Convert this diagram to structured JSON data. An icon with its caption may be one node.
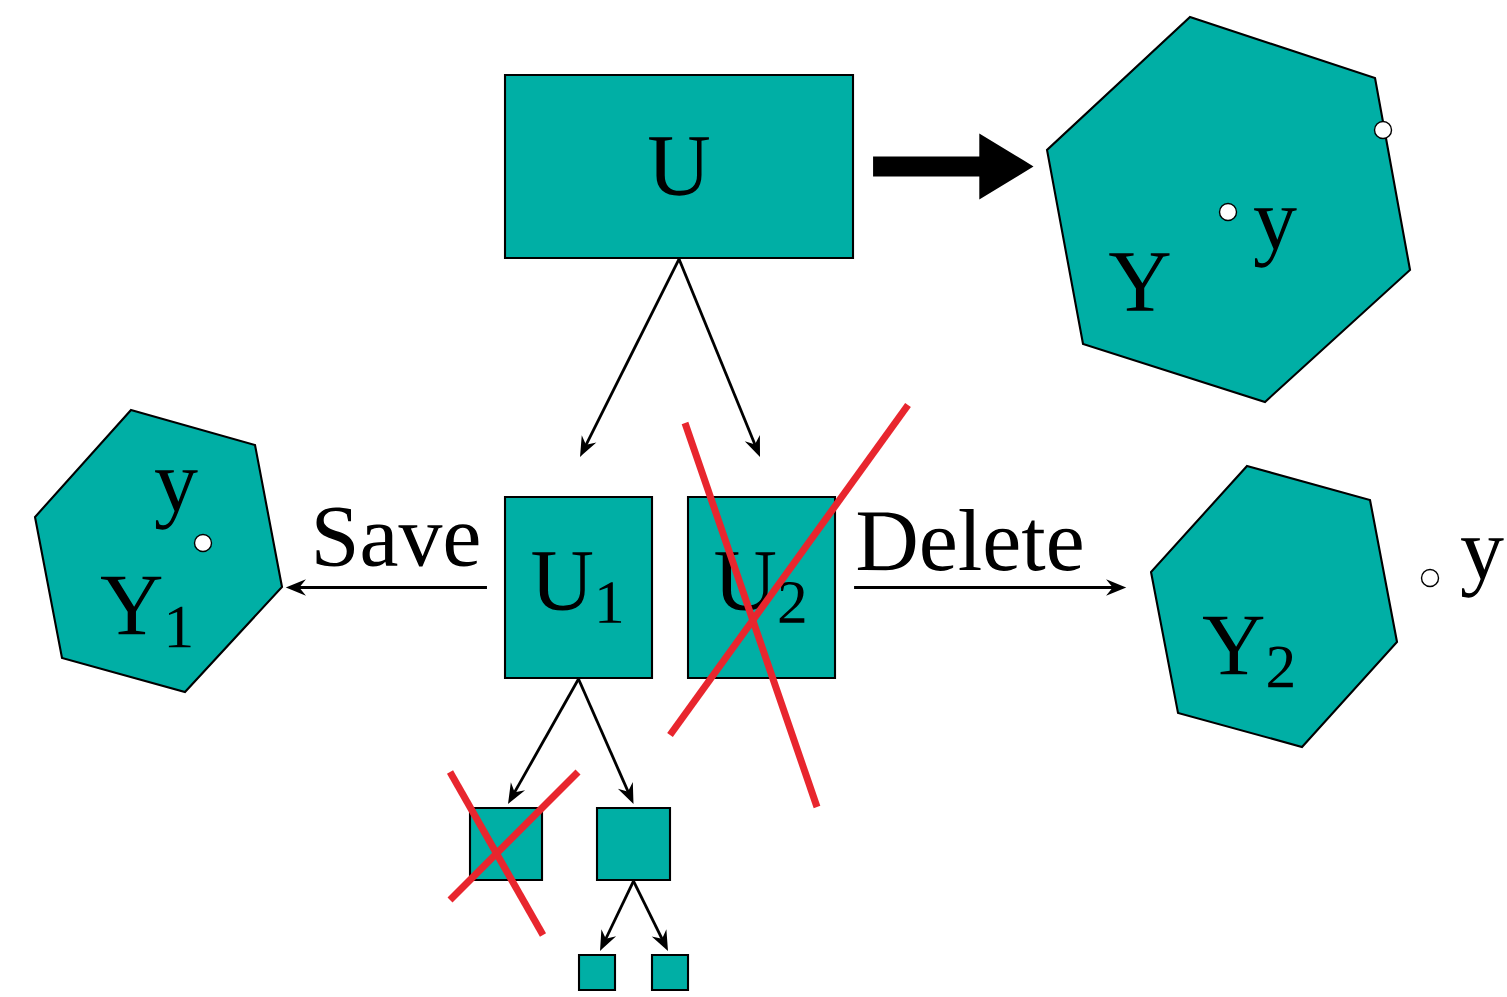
{
  "diagram": {
    "nodes": [
      {
        "text": [
          "U"
        ]
      },
      {
        "text": [
          "Y",
          "y"
        ]
      },
      {
        "text": [
          "y",
          "Y$_{1}$"
        ]
      },
      {
        "text": [
          "U$_{1}$"
        ]
      },
      {
        "text": [
          "U$_{2}$"
        ]
      },
      {
        "text": [
          "Y$_{2}$"
        ],
        "beside": [
          "y"
        ]
      },
      {
        "text": [],
        "shape": "box"
      },
      {
        "text": [],
        "shape": "box"
      },
      {
        "text": [],
        "shape": "box"
      },
      {
        "text": [],
        "shape": "box"
      }
    ],
    "edges": [
      {
        "from": 0,
        "to": 1,
        "arrow": "to",
        "style": "thick"
      },
      {
        "from": 0,
        "to": 3,
        "arrow": "to"
      },
      {
        "from": 0,
        "to": 4,
        "arrow": "to"
      },
      {
        "from": 3,
        "to": 2,
        "arrow": "to",
        "label": "Save"
      },
      {
        "from": 4,
        "to": 5,
        "arrow": "to",
        "label": "Delete"
      },
      {
        "from": 3,
        "to": 6,
        "arrow": "to"
      },
      {
        "from": 3,
        "to": 7,
        "arrow": "to"
      },
      {
        "from": 7,
        "to": 8,
        "arrow": "to"
      },
      {
        "from": 7,
        "to": 9,
        "arrow": "to"
      }
    ]
  }
}
